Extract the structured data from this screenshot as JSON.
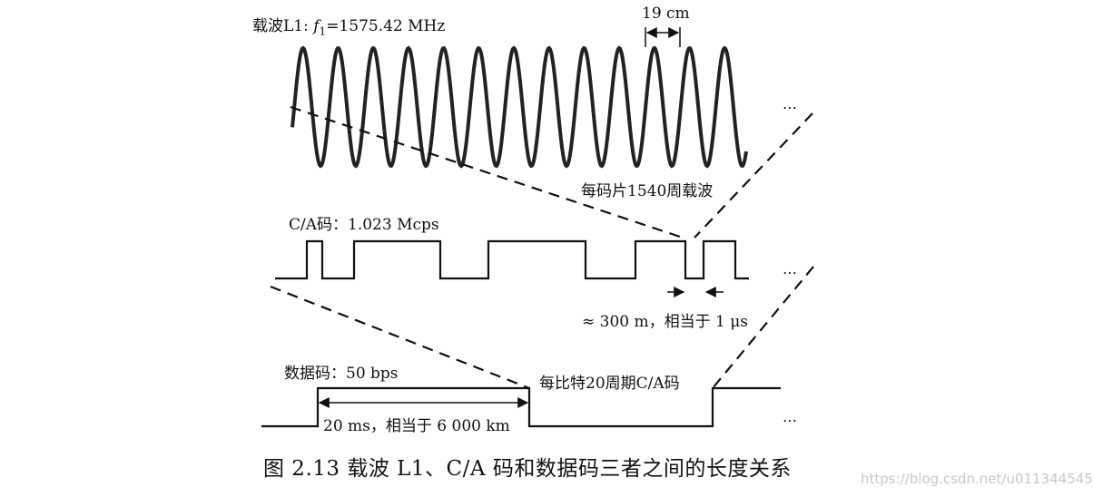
{
  "carrier": {
    "label_prefix": "载波L1: ",
    "f_symbol": "f",
    "f_sub": "1",
    "label_value": "=1575.42 MHz",
    "wavelength": "19 cm",
    "chips_note": "每码片1540周载波"
  },
  "ca": {
    "label": "C/A码：1.023 Mcps",
    "chip_length": "≈ 300 m，相当于 1 μs"
  },
  "data_code": {
    "label": "数据码：50 bps",
    "bit_note": "每比特20周期C/A码",
    "bit_length": "20 ms，相当于 6 000 km"
  },
  "ellipsis": "…",
  "caption": "图 2.13    载波 L1、C/A 码和数据码三者之间的长度关系",
  "watermark": "https://blog.csdn.net/u011344545"
}
